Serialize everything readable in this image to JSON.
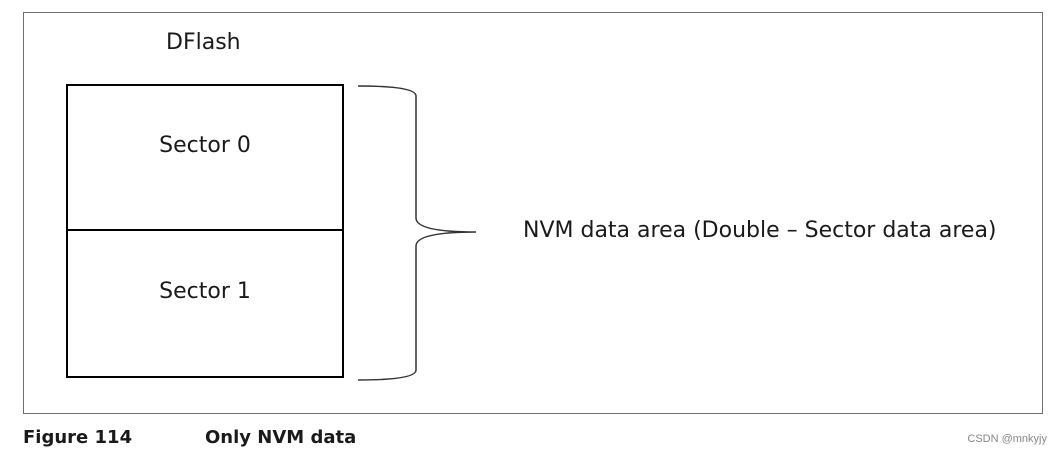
{
  "diagram": {
    "title": "DFlash",
    "sectors": [
      "Sector 0",
      "Sector 1"
    ],
    "brace_label": "NVM data area (Double – Sector data area)"
  },
  "caption": {
    "number": "Figure 114",
    "title": "Only NVM data"
  },
  "watermark": "CSDN @mnkyjy"
}
